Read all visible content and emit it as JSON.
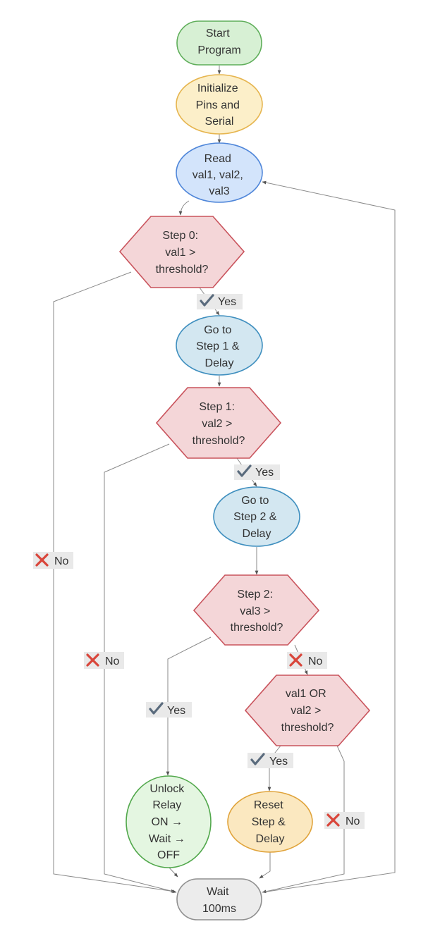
{
  "nodes": {
    "start": {
      "lines": [
        "Start",
        "Program"
      ]
    },
    "init": {
      "lines": [
        "Initialize",
        "Pins and",
        "Serial"
      ]
    },
    "read": {
      "lines": [
        "Read",
        "val1, val2,",
        "val3"
      ]
    },
    "step0": {
      "lines": [
        "Step 0:",
        "val1 >",
        "threshold?"
      ]
    },
    "goto1": {
      "lines": [
        "Go to",
        "Step 1 &",
        "Delay"
      ]
    },
    "step1": {
      "lines": [
        "Step 1:",
        "val2 >",
        "threshold?"
      ]
    },
    "goto2": {
      "lines": [
        "Go to",
        "Step 2 &",
        "Delay"
      ]
    },
    "step2": {
      "lines": [
        "Step 2:",
        "val3 >",
        "threshold?"
      ]
    },
    "or_check": {
      "lines": [
        "val1 OR",
        "val2 >",
        "threshold?"
      ]
    },
    "unlock": {
      "lines": [
        "Unlock",
        "Relay",
        "ON →",
        "Wait →",
        "OFF"
      ]
    },
    "reset": {
      "lines": [
        "Reset",
        "Step &",
        "Delay"
      ]
    },
    "wait": {
      "lines": [
        "Wait",
        "100ms"
      ]
    }
  },
  "edge_labels": {
    "step0_yes": "Yes",
    "step0_no": "No",
    "step1_yes": "Yes",
    "step1_no": "No",
    "step2_no": "No",
    "step2_yes": "Yes",
    "or_yes": "Yes",
    "or_no": "No"
  },
  "icons": {
    "yes": "check-mark-icon",
    "no": "cross-mark-icon"
  },
  "colors": {
    "green_fill": "#d7f0d4",
    "green_stroke": "#5fae5a",
    "yellow_fill": "#fcefc9",
    "yellow_stroke": "#e6b54f",
    "blue_fill": "#d3e4fb",
    "blue_stroke": "#4f86d9",
    "teal_fill": "#d3e7f1",
    "teal_stroke": "#3f8fbf",
    "red_fill": "#f4d6d8",
    "red_stroke": "#c9535c",
    "lightgreen_fill": "#e4f6e1",
    "lightgreen_stroke": "#52a84c",
    "orange_fill": "#fbe8c0",
    "orange_stroke": "#e0a33a",
    "gray_fill": "#ececec",
    "gray_stroke": "#8f8f8f",
    "check": "#5a6b7d",
    "cross": "#d9463b",
    "label_bg": "#e9e9e9"
  }
}
